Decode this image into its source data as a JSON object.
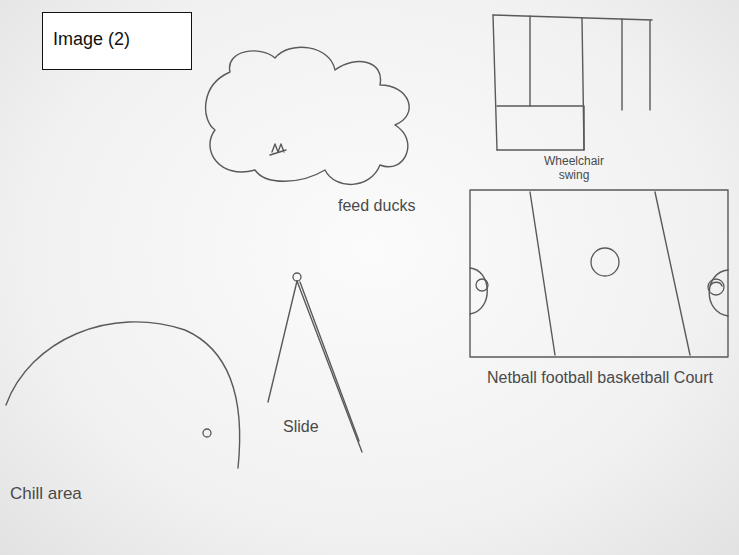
{
  "diagram": {
    "nodes": [
      {
        "text": [
          "Image (2)"
        ]
      },
      {
        "text": [
          "feed ducks"
        ]
      },
      {
        "text": [
          "Wheelchair swing"
        ]
      },
      {
        "text": [
          "Netball football basketball Court"
        ]
      },
      {
        "text": [
          "Slide"
        ]
      },
      {
        "text": [
          "Chill area"
        ]
      }
    ]
  }
}
